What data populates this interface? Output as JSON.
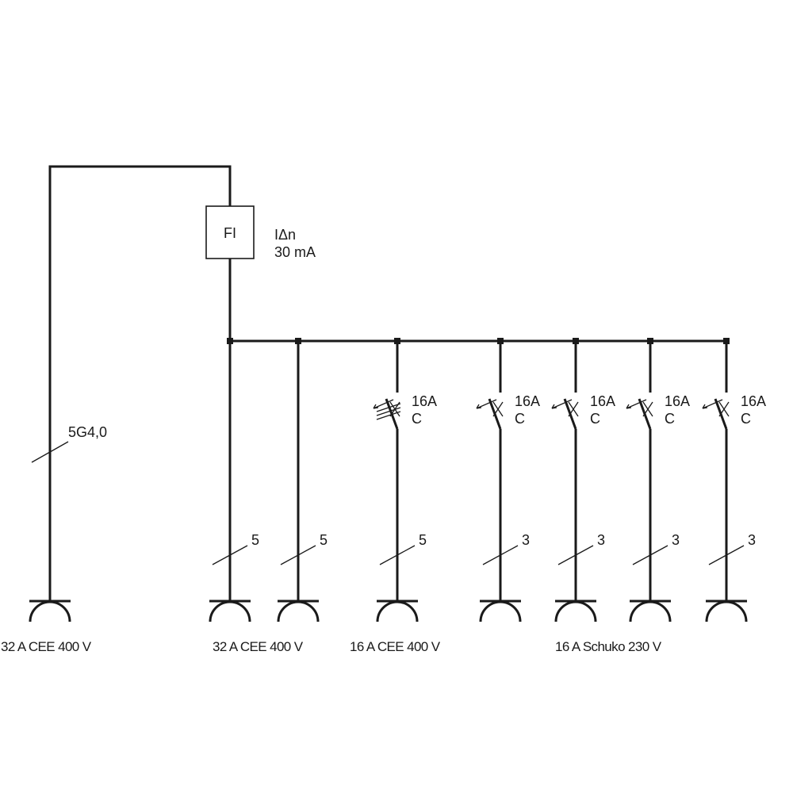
{
  "feed": {
    "cable": "5G4,0",
    "socket": "32 A CEE 400 V"
  },
  "rcd": {
    "label": "FI",
    "rating_line1": "IΔn",
    "rating_line2": "30 mA"
  },
  "branches": [
    {
      "conductors": "5"
    },
    {
      "conductors": "5"
    },
    {
      "conductors": "5",
      "breaker_rating": "16A",
      "breaker_char": "C"
    },
    {
      "conductors": "3",
      "breaker_rating": "16A",
      "breaker_char": "C"
    },
    {
      "conductors": "3",
      "breaker_rating": "16A",
      "breaker_char": "C"
    },
    {
      "conductors": "3",
      "breaker_rating": "16A",
      "breaker_char": "C"
    },
    {
      "conductors": "3",
      "breaker_rating": "16A",
      "breaker_char": "C"
    }
  ],
  "socket_groups": [
    {
      "label": "32 A CEE 400 V"
    },
    {
      "label": "16 A CEE 400 V"
    },
    {
      "label": "16 A Schuko 230 V"
    }
  ],
  "colors": {
    "line": "#1a1a1a",
    "background": "#ffffff"
  }
}
